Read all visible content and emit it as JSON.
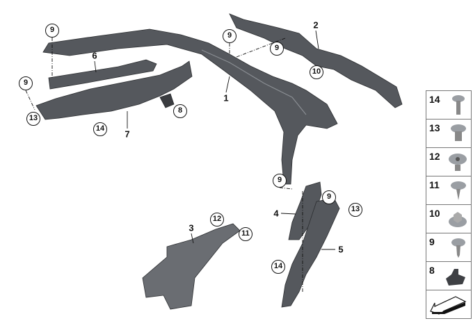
{
  "callouts": [
    {
      "id": "c1",
      "num": "9"
    },
    {
      "id": "c2",
      "num": "9"
    },
    {
      "id": "c3",
      "num": "13"
    },
    {
      "id": "c4",
      "num": "14"
    },
    {
      "id": "c5",
      "num": "8"
    },
    {
      "id": "c6",
      "num": "9"
    },
    {
      "id": "c7",
      "num": "9"
    },
    {
      "id": "c8",
      "num": "10"
    },
    {
      "id": "c9",
      "num": "9"
    },
    {
      "id": "c10",
      "num": "9"
    },
    {
      "id": "c11",
      "num": "13"
    },
    {
      "id": "c12",
      "num": "14"
    },
    {
      "id": "c13",
      "num": "12"
    },
    {
      "id": "c14",
      "num": "11"
    }
  ],
  "labels": [
    "1",
    "2",
    "3",
    "4",
    "5",
    "6",
    "7"
  ],
  "panel": [
    "14",
    "13",
    "12",
    "11",
    "10",
    "9",
    "8"
  ],
  "colors": {
    "part": "#4a4d52",
    "part_light": "#7b7f85",
    "fastener": "#9a9ea3"
  }
}
